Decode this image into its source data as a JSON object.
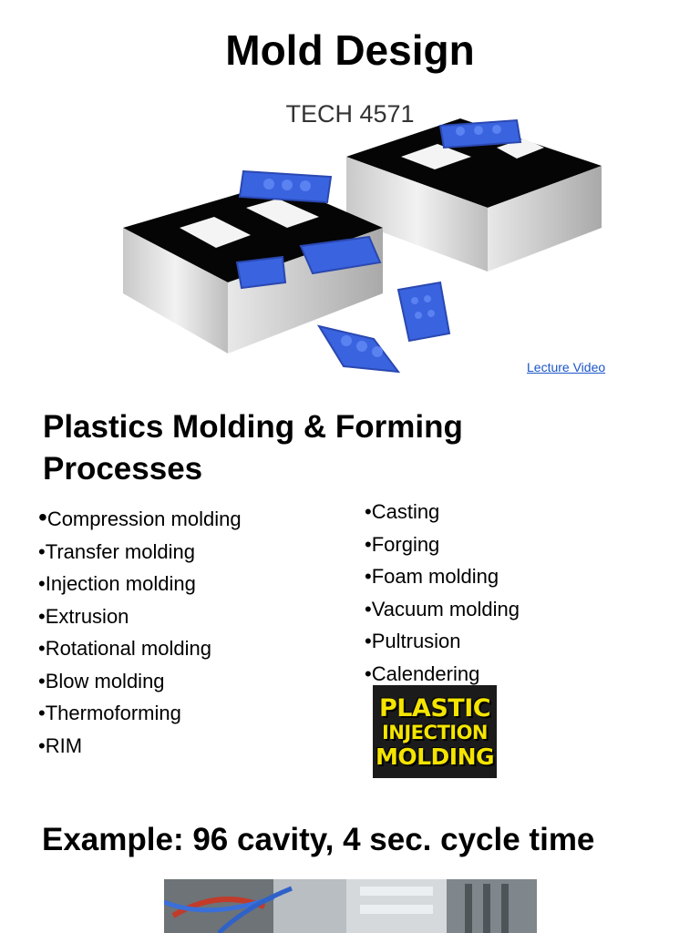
{
  "slide1": {
    "title": "Mold Design",
    "subtitle": "TECH 4571",
    "link_label": "Lecture Video"
  },
  "slide2": {
    "heading": "Plastics Molding & Forming Processes",
    "left_items": [
      "Compression molding",
      "Transfer molding",
      "Injection molding",
      "Extrusion",
      "Rotational molding",
      "Blow molding",
      "Thermoforming",
      "RIM"
    ],
    "right_items": [
      "Casting",
      "Forging",
      "Foam molding",
      "Vacuum molding",
      "Pultrusion",
      "Calendering"
    ],
    "bullet": "•",
    "thumbnail": {
      "line1": "PLASTIC",
      "line2": "INJECTION",
      "line3": "MOLDING"
    }
  },
  "slide3": {
    "heading": "Example: 96 cavity, 4 sec. cycle time"
  },
  "colors": {
    "link": "#1a55c9",
    "lego_blue": "#3a63e0",
    "thumb_yellow": "#f4e400"
  },
  "icons": {
    "hero": "mold-with-lego-bricks-illustration",
    "thumbnail": "video-thumbnail",
    "photo": "machine-photo"
  }
}
